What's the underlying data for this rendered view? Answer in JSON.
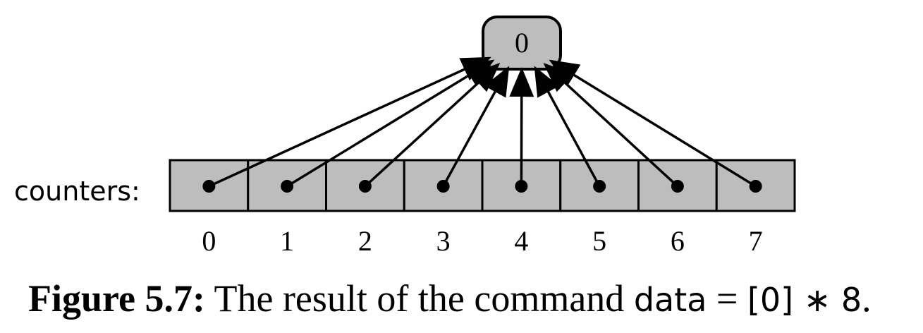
{
  "diagram": {
    "target_value": "0",
    "list_label": "counters:",
    "indices": [
      "0",
      "1",
      "2",
      "3",
      "4",
      "5",
      "6",
      "7"
    ],
    "colors": {
      "cell_fill": "#bdbdbd",
      "stroke": "#000000"
    }
  },
  "caption": {
    "label": "Figure 5.7:",
    "text": " The result of the command ",
    "code_1": "data",
    "eq": " = ",
    "code_2": "[0] ∗ 8",
    "end": "."
  }
}
